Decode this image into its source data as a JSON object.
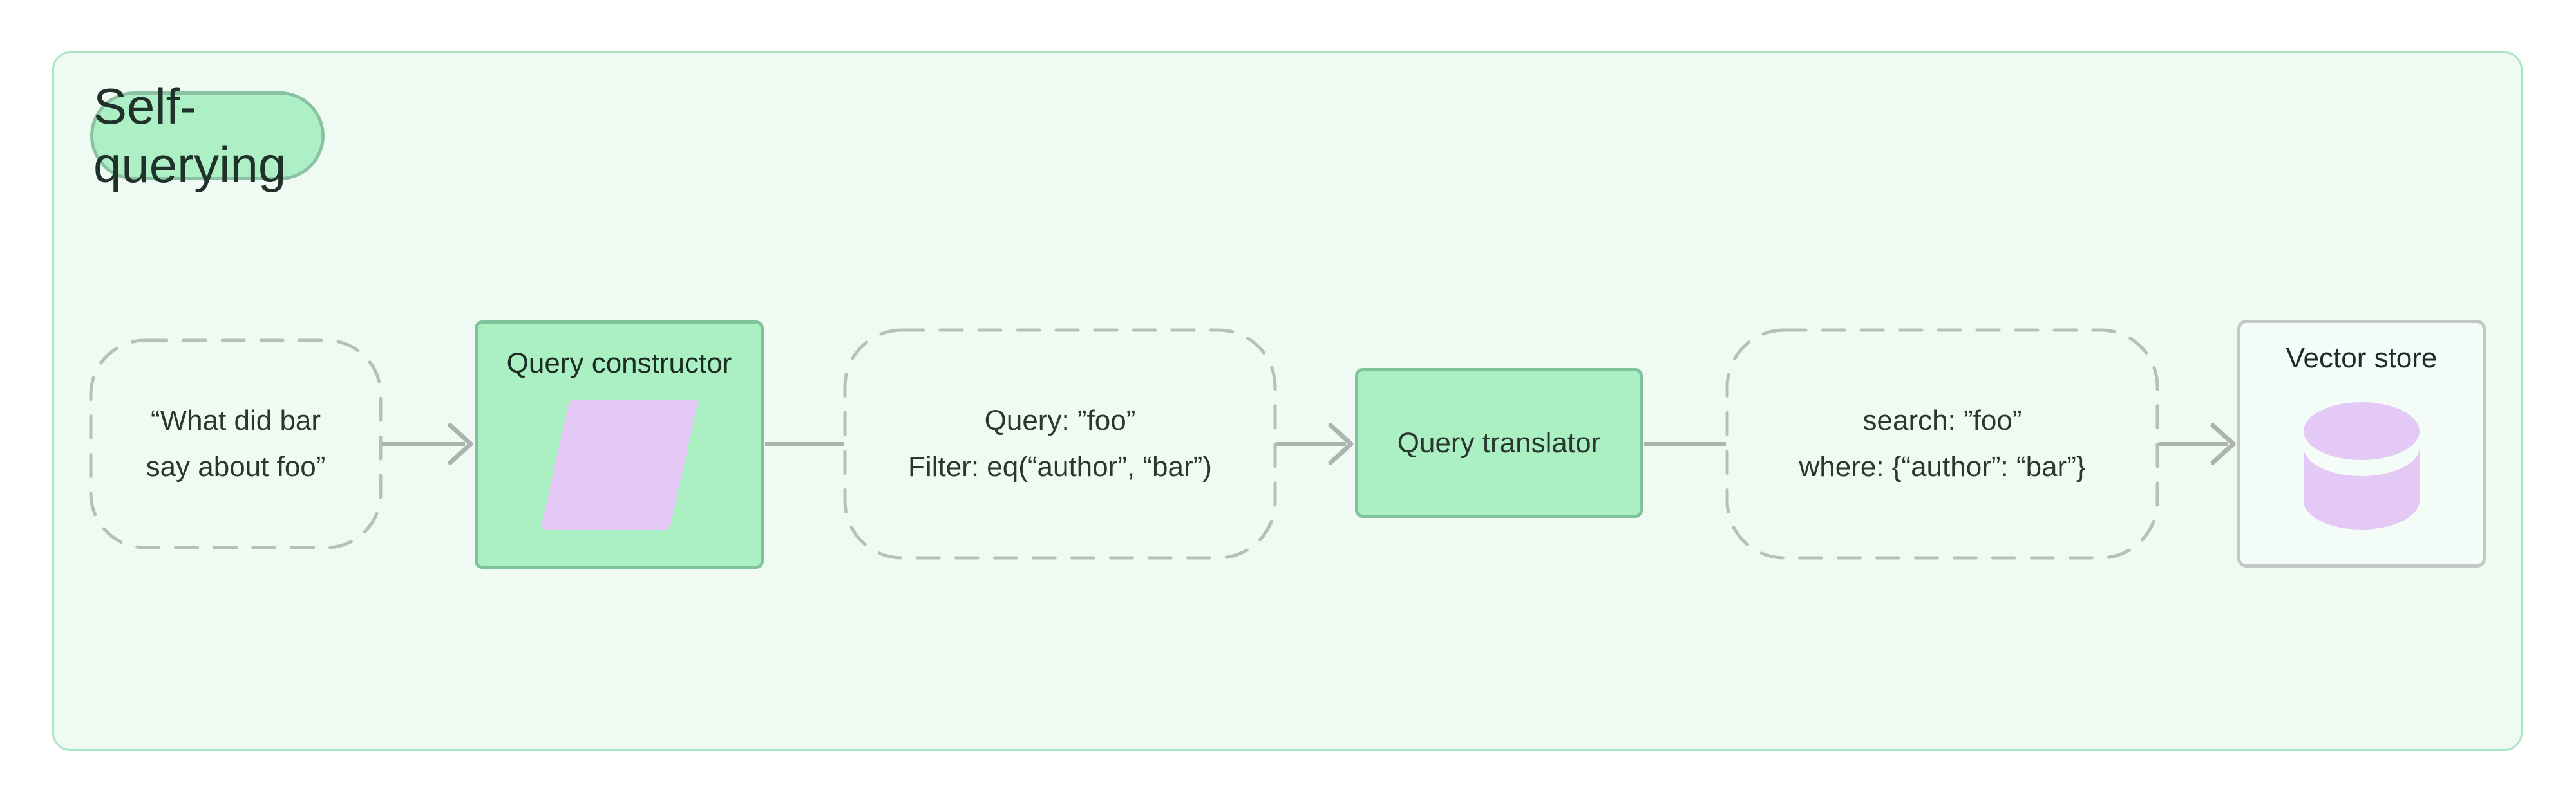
{
  "title": {
    "label": "Self-querying"
  },
  "nodes": {
    "input_query": {
      "line1": "“What did bar",
      "line2": "say about foo”"
    },
    "query_constructor": {
      "label": "Query constructor"
    },
    "structured_query": {
      "line1": "Query: ”foo”",
      "line2": "Filter: eq(“author”, “bar”)"
    },
    "query_translator": {
      "label": "Query translator"
    },
    "translated_query": {
      "line1": "search: ”foo”",
      "line2": "where: {“author”: “bar”}"
    },
    "vector_store": {
      "label": "Vector store"
    }
  },
  "colors": {
    "panel_bg": "#eefaf2",
    "panel_border": "#a8e7c3",
    "badge_bg": "#adf0c6",
    "badge_border": "#8ac2a2",
    "green_node_bg": "#aaf0c3",
    "green_node_border": "#80c29c",
    "dashed_border": "#b8beb9",
    "connector": "#adb3ae",
    "lavender_shape": "#e4c9f7",
    "vector_store_border": "#c3c8c5",
    "text": "#2a362f"
  }
}
